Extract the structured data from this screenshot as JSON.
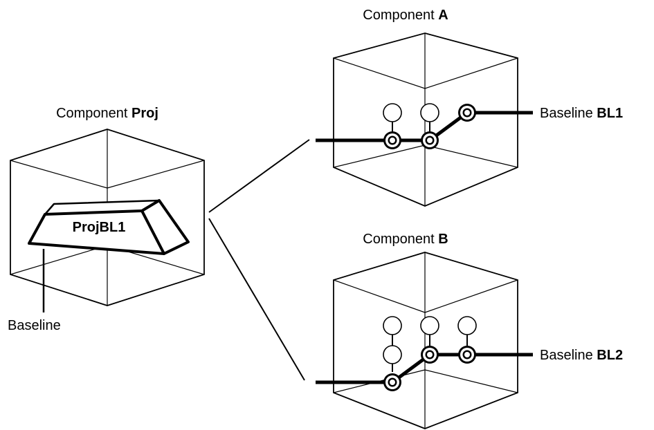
{
  "labels": {
    "proj": {
      "prefix": "Component ",
      "name": "Proj"
    },
    "a": {
      "prefix": "Component ",
      "name": "A"
    },
    "b": {
      "prefix": "Component ",
      "name": "B"
    },
    "bl1": {
      "prefix": "Baseline ",
      "name": "BL1"
    },
    "bl2": {
      "prefix": "Baseline ",
      "name": "BL2"
    },
    "projbl1": "ProjBL1",
    "baseline": "Baseline"
  }
}
